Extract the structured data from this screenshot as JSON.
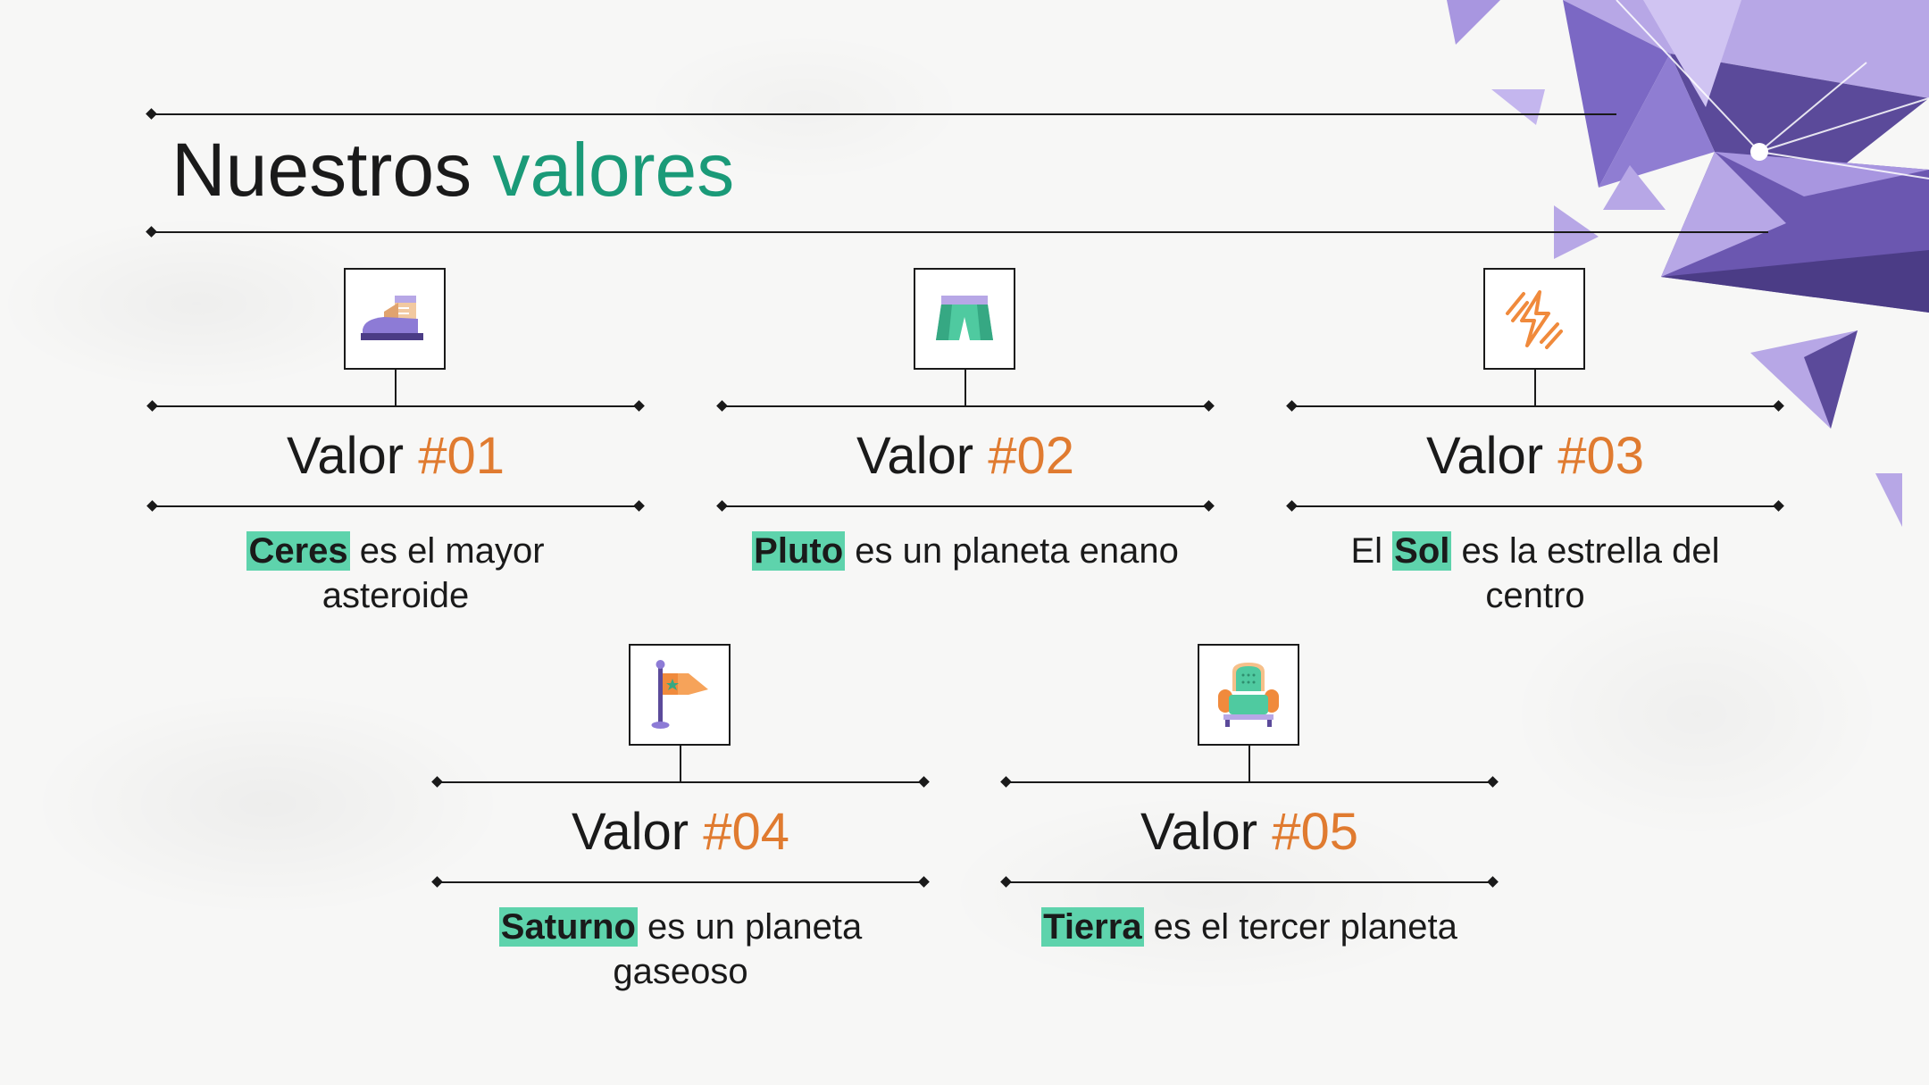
{
  "slide": {
    "title_main": "Nuestros",
    "title_accent": "valores"
  },
  "values": [
    {
      "label": "Valor",
      "number": "#01",
      "icon": "hiking-boot-icon",
      "pre": "",
      "highlight": "Ceres",
      "post": " es el mayor asteroide"
    },
    {
      "label": "Valor",
      "number": "#02",
      "icon": "shorts-icon",
      "pre": "",
      "highlight": "Pluto",
      "post": " es un planeta enano"
    },
    {
      "label": "Valor",
      "number": "#03",
      "icon": "lightning-icon",
      "pre": "El ",
      "highlight": "Sol",
      "post": " es la estrella del centro"
    },
    {
      "label": "Valor",
      "number": "#04",
      "icon": "flag-icon",
      "pre": "",
      "highlight": "Saturno",
      "post": " es un planeta gaseoso"
    },
    {
      "label": "Valor",
      "number": "#05",
      "icon": "armchair-icon",
      "pre": "",
      "highlight": "Tierra",
      "post": " es el tercer planeta"
    }
  ],
  "colors": {
    "accent_green": "#1a9a78",
    "accent_orange": "#e07b30",
    "highlight_green": "#5ed3ac",
    "purple_dark": "#5b4a9a",
    "purple_light": "#b7a7e6"
  }
}
